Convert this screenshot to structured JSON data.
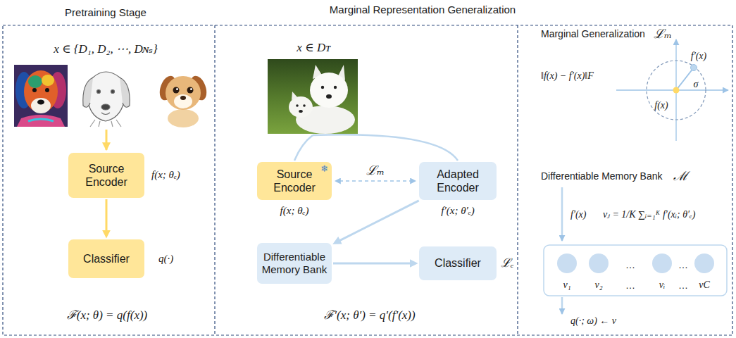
{
  "diagram": {
    "nodes": [
      {
        "text": [
          "Source Encoder"
        ]
      },
      {
        "text": [
          "Classifier"
        ]
      },
      {
        "text": [
          "Source Encoder",
          "❄"
        ]
      },
      {
        "text": [
          "Adapted Encoder"
        ]
      },
      {
        "text": [
          "Differentiable Memory Bank"
        ]
      },
      {
        "text": [
          "Classifier"
        ]
      }
    ],
    "edges": [
      {
        "from": 0,
        "to": 1,
        "arrow": "to"
      },
      {
        "from": 2,
        "to": 3,
        "label": "ℒₘ",
        "arrow": "both"
      },
      {
        "from": 3,
        "to": 4,
        "arrow": "to"
      },
      {
        "from": 4,
        "to": 5,
        "arrow": "to"
      }
    ],
    "labels": [
      "Pretraining Stage",
      "Marginal Representation Generalization",
      "x ∈ {D₁, D₂, ⋯, Dɴₛ}",
      "f(x; θₑ)",
      "q(·)",
      "ℱ(x; θ) = q(f(x))",
      "x ∈ Dᴛ",
      "f(x; θₑ)",
      "f′(x; θ′ₑ)",
      "ℒₑ",
      "ℱ′(x; θ′) = q′(f′(x))",
      "Marginal Generalization",
      "ℒₘ",
      "‖f(x) − f′(x)‖F",
      "f′(x)",
      "σ",
      "f(x)",
      "Differentiable Memory Bank",
      "ℳ",
      "f′(x)",
      "vⱼ = 1/K ∑ᵢ₌₁ᴷ f′(xᵢ; θ′ₑ)",
      "v₁",
      "v₂",
      "…",
      "vᵢ",
      "…",
      "vC",
      "…",
      "…",
      "q(·; ω) ← v"
    ]
  }
}
